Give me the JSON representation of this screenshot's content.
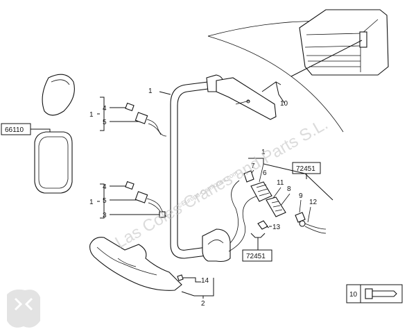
{
  "callouts": {
    "c1_top": "1",
    "c4_top": "4",
    "c5_top": "5",
    "c1_mid": "1",
    "c4_mid": "4",
    "c5_mid": "5",
    "c3": "3",
    "c1_arm": "1",
    "c10": "10",
    "c1_conn": "1",
    "c6": "6",
    "c7": "7",
    "c11": "11",
    "c8": "8",
    "c9": "9",
    "c12": "12",
    "c13": "13",
    "c14": "14",
    "c2": "2"
  },
  "ref_boxes": {
    "box_66110": "66110",
    "box_72451_top": "72451",
    "box_72451_bottom": "72451",
    "legend_num": "10"
  },
  "watermark": {
    "main": "Las Coles Cranes and Parts S.L.",
    "url": "©Europa-Camiones.com"
  },
  "colors": {
    "line": "#111111",
    "watermark": "#bdbdbd"
  }
}
